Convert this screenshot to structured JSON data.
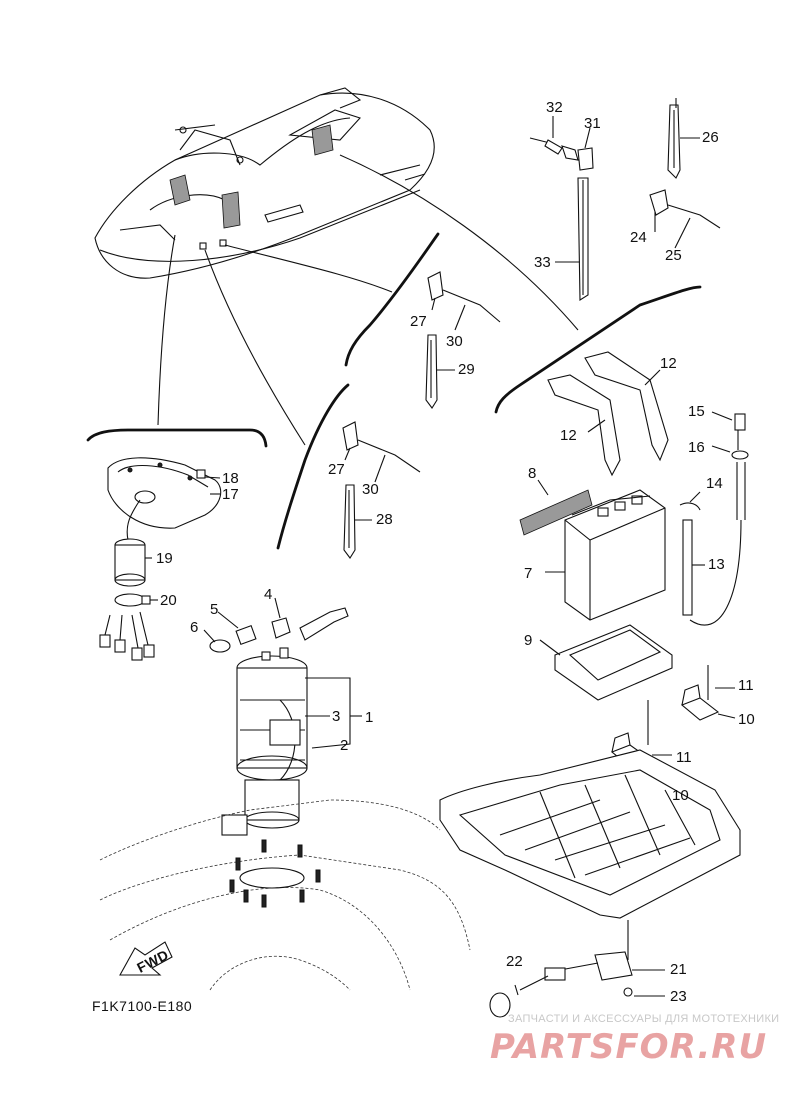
{
  "reference_code": "F1K7100-E180",
  "fwd_label": "FWD",
  "callouts": {
    "c1": "1",
    "c2": "2",
    "c3": "3",
    "c4": "4",
    "c5": "5",
    "c6": "6",
    "c7": "7",
    "c8": "8",
    "c9": "9",
    "c10a": "10",
    "c10b": "10",
    "c11a": "11",
    "c11b": "11",
    "c12a": "12",
    "c12b": "12",
    "c13": "13",
    "c14": "14",
    "c15": "15",
    "c16": "16",
    "c17": "17",
    "c18": "18",
    "c19": "19",
    "c20": "20",
    "c21": "21",
    "c22": "22",
    "c23": "23",
    "c24": "24",
    "c25": "25",
    "c26": "26",
    "c27a": "27",
    "c27b": "27",
    "c28": "28",
    "c29": "29",
    "c30a": "30",
    "c30b": "30",
    "c31": "31",
    "c32": "32",
    "c33": "33"
  },
  "watermark": {
    "tagline": "ЗАПЧАСТИ И АКСЕССУАРЫ ДЛЯ МОТОТЕХНИКИ",
    "brand": "PARTSFOR.RU"
  }
}
